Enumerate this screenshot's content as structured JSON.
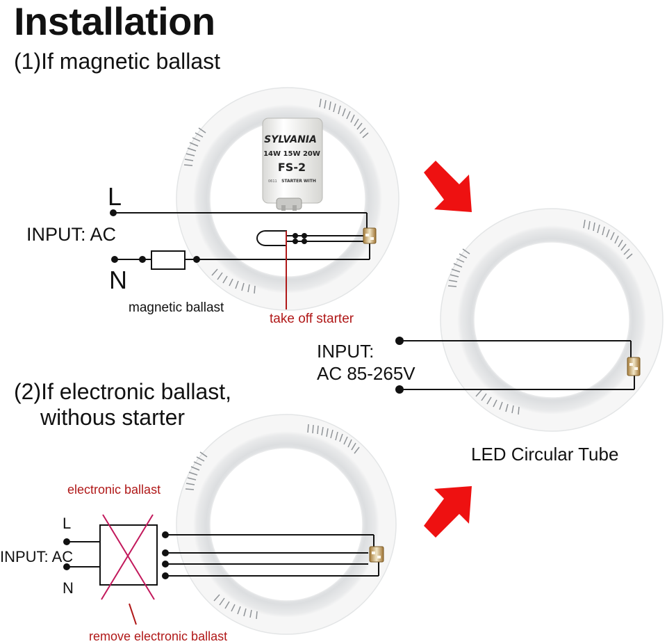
{
  "title": "Installation",
  "section1": {
    "heading": "(1)If magnetic ballast",
    "input_label": "INPUT: AC",
    "live_label": "L",
    "neutral_label": "N",
    "ballast_label": "magnetic ballast",
    "starter_note": "take off starter",
    "starter": {
      "brand": "SYLVANIA",
      "rating": "14W 15W 20W",
      "model": "FS-2",
      "subtext": "STARTER WITH",
      "code": "0611"
    }
  },
  "section2": {
    "heading_line1": "(2)If  electronic ballast,",
    "heading_line2": "withous starter",
    "ballast_label": "electronic ballast",
    "live_label": "L",
    "input_label": "INPUT: AC",
    "neutral_label": "N",
    "remove_note": "remove electronic ballast"
  },
  "result": {
    "input_line1": "INPUT:",
    "input_line2": "AC 85-265V",
    "product_label": "LED Circular Tube"
  },
  "colors": {
    "note_red": "#b01818",
    "arrow_red": "#ee1111",
    "wire": "#111111",
    "tube_shadow": "#cfd2d5"
  },
  "icons": [
    "arrow-down-right-icon",
    "arrow-up-right-icon",
    "starter-icon",
    "lamp-connector-icon"
  ]
}
